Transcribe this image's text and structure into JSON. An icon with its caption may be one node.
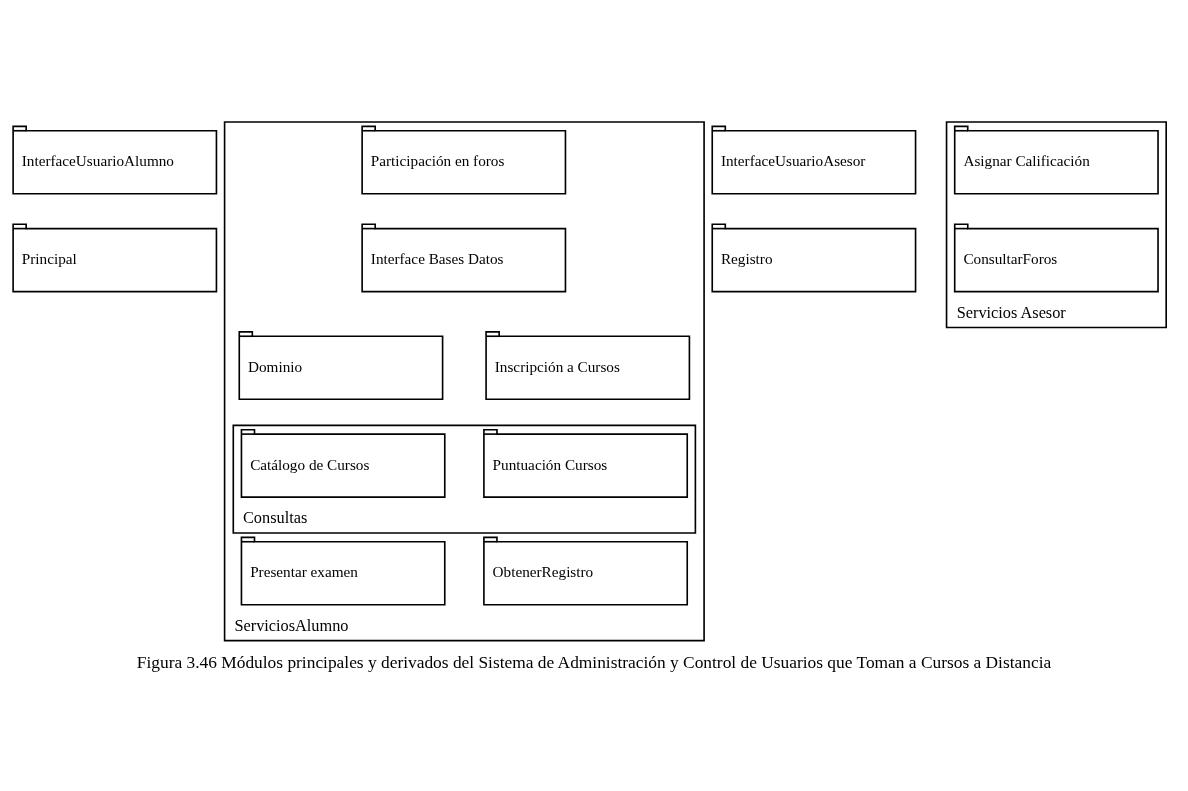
{
  "diagram": {
    "caption": "Figura 3.46 Módulos principales y derivados del Sistema de Administración y Control de Usuarios que Toman a Cursos a Distancia",
    "nodes": [
      {
        "text": [
          "InterfaceUsuarioAlumno"
        ]
      },
      {
        "text": [
          "InterfaceUsuarioAsesor"
        ]
      },
      {
        "text": [
          "Servicios Asesor"
        ]
      },
      {
        "text": [
          "Asignar Calificación"
        ],
        "in": 2
      },
      {
        "text": [
          "ConsultarForos"
        ],
        "in": 2
      },
      {
        "text": [
          "Principal"
        ]
      },
      {
        "text": [
          "Registro"
        ]
      },
      {
        "text": [
          "ServiciosAlumno"
        ]
      },
      {
        "text": [
          "Dominio"
        ],
        "in": 7
      },
      {
        "text": [
          "Inscripción a Cursos"
        ],
        "in": 7
      },
      {
        "text": [
          "Participación en foros"
        ],
        "in": 7
      },
      {
        "text": [
          "Consultas"
        ],
        "in": 7
      },
      {
        "text": [
          "Catálogo de Cursos"
        ],
        "in": 11
      },
      {
        "text": [
          "Puntuación Cursos"
        ],
        "in": 11
      },
      {
        "text": [
          "Presentar examen"
        ],
        "in": 7
      },
      {
        "text": [
          "ObtenerRegistro"
        ],
        "in": 7
      },
      {
        "text": [
          "Interface Bases Datos"
        ],
        "in": 7
      }
    ],
    "edges": []
  }
}
